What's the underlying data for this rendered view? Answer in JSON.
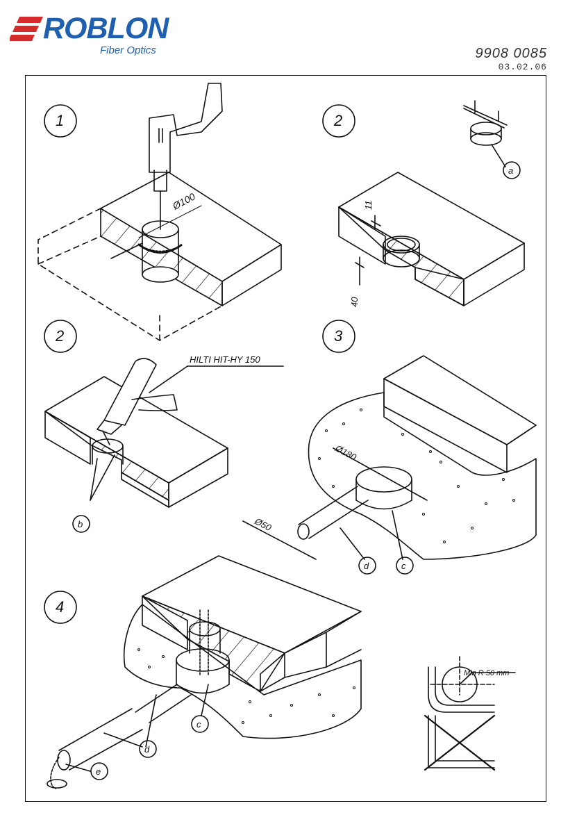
{
  "brand": {
    "name": "ROBLON",
    "tagline": "Fiber Optics",
    "color": "#1f5fb0",
    "accent": "#d62b2b"
  },
  "document": {
    "number": "9908  0085",
    "date": "03.02.06"
  },
  "steps": [
    {
      "id": "1",
      "dimension": "Ø100"
    },
    {
      "id": "2",
      "part": "a",
      "dimensions": [
        "11",
        "40"
      ]
    },
    {
      "id": "2",
      "product": "HILTI HIT-HY 150",
      "part": "b"
    },
    {
      "id": "3",
      "dimensions": [
        "Ø180",
        "Ø50"
      ],
      "parts": [
        "d",
        "c"
      ]
    },
    {
      "id": "4",
      "parts": [
        "c",
        "d",
        "e"
      ],
      "note": "Min R 50 mm"
    }
  ]
}
